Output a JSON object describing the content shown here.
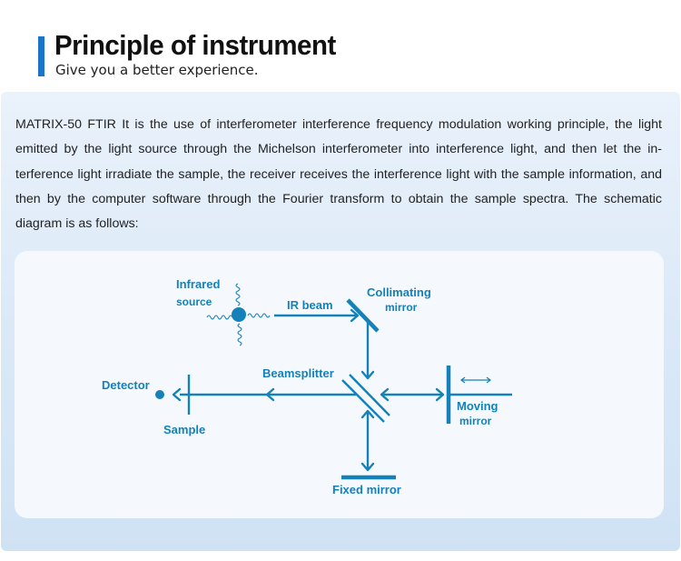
{
  "header": {
    "title": "Principle of instrument",
    "subtitle": "Give you a better experience."
  },
  "description": "MATRIX-50 FTIR It is the use of interferometer interference frequency modulation working principle, the light emitted by the light source through the Michelson interferometer into interference light, and then let the in­terference light irradiate the sample, the receiver receives the interference light with the sample information, and then by the computer software through the Fourier transform to obtain the sample spectra. The schema­tic diagram is as follows:",
  "diagram": {
    "labels": {
      "infrared_line1": "Infrared",
      "infrared_line2": "source",
      "ir_beam": "IR beam",
      "collimating_line1": "Collimating",
      "collimating_line2": "mirror",
      "beamsplitter": "Beamsplitter",
      "detector": "Detector",
      "sample": "Sample",
      "moving_line1": "Moving",
      "moving_line2": "mirror",
      "fixed_mirror": "Fixed mirror"
    },
    "colors": {
      "stroke": "#1581b9",
      "label": "#1581b9"
    }
  }
}
